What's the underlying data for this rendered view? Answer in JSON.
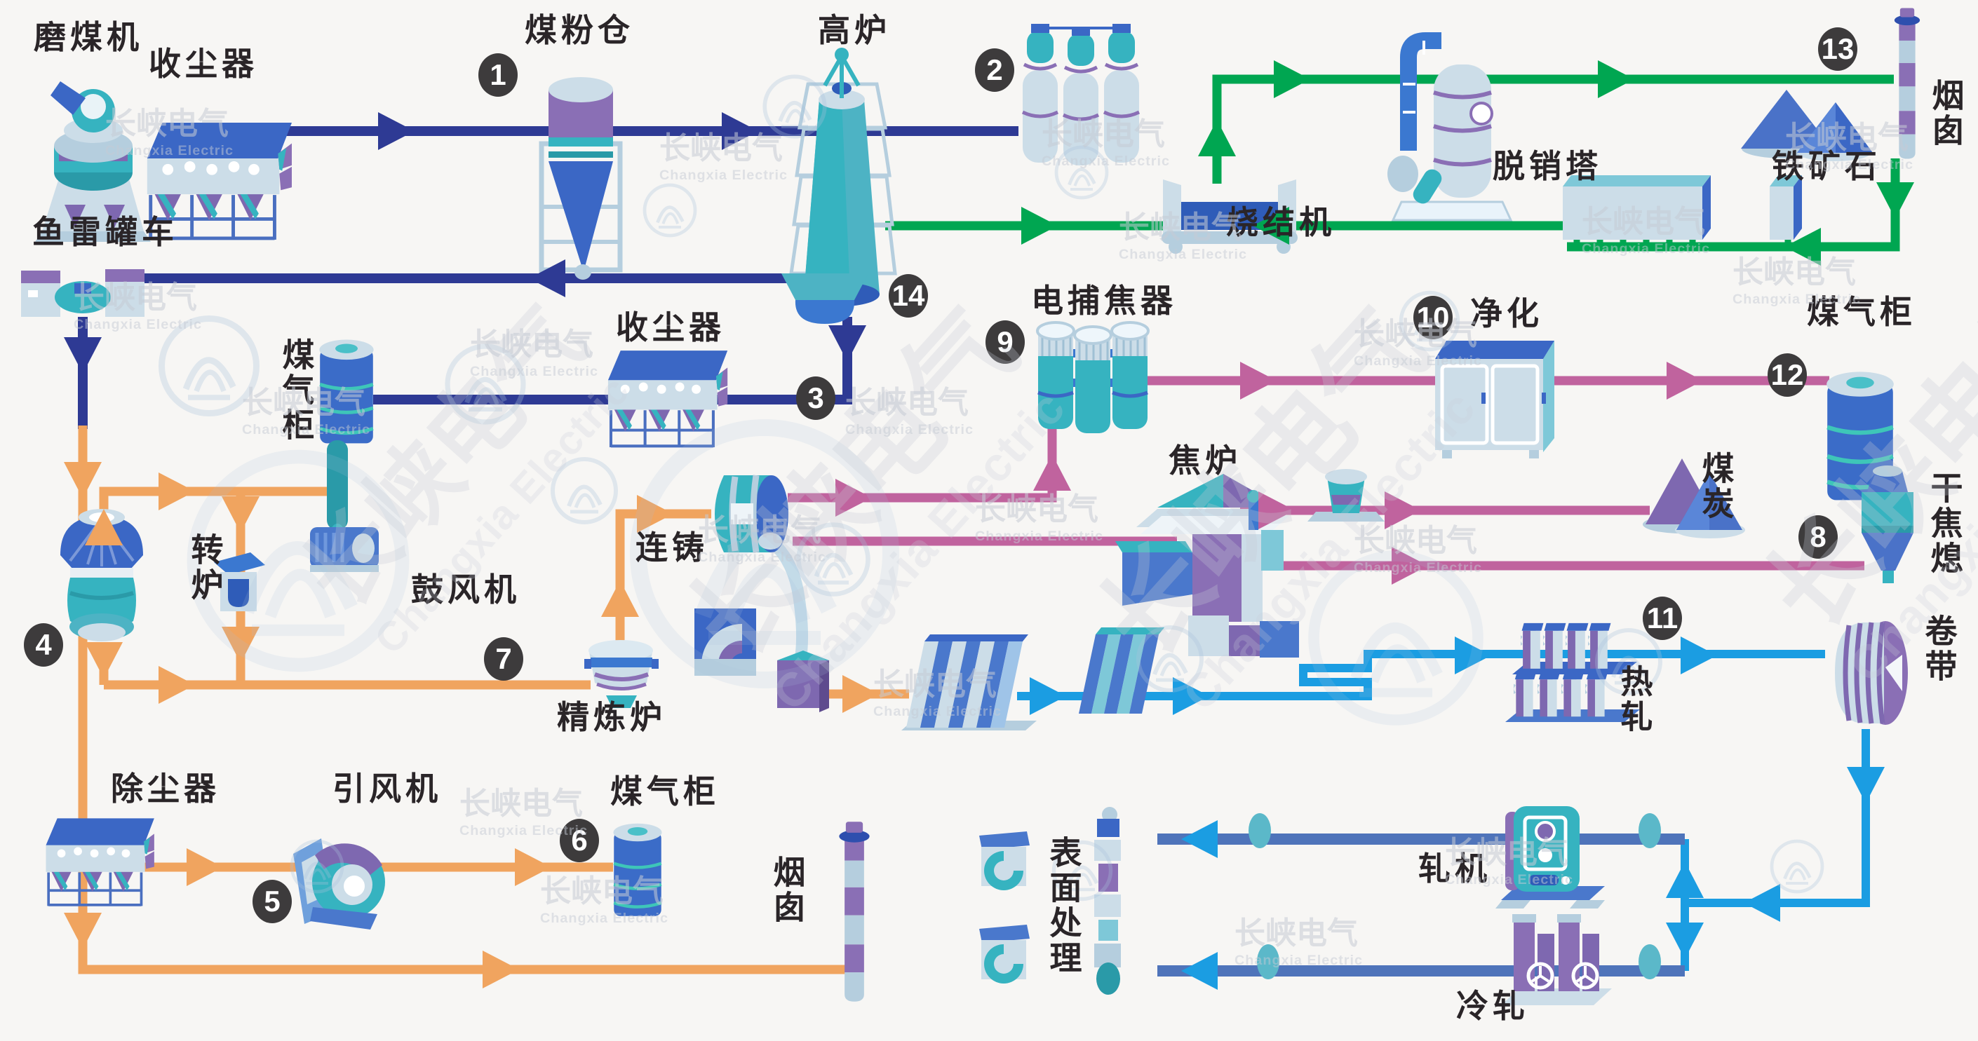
{
  "brand": {
    "watermark_cn": "长峡电气",
    "watermark_en": "Changxia Electric"
  },
  "colors": {
    "navy": "#2e3a94",
    "green": "#00a651",
    "orange": "#f0a45f",
    "pink": "#c0639e",
    "cyan": "#1b9de2",
    "rail": "#4f74ba",
    "badge": "#3d3b3c",
    "label": "#2a2528",
    "watermark": "#c6cbd5",
    "teal": "#36b3c0",
    "blue": "#3b67c5",
    "purple": "#7e68b0",
    "lightblue": "#b5cede"
  },
  "badges": [
    {
      "n": "1"
    },
    {
      "n": "2"
    },
    {
      "n": "3"
    },
    {
      "n": "4"
    },
    {
      "n": "5"
    },
    {
      "n": "6"
    },
    {
      "n": "7"
    },
    {
      "n": "8"
    },
    {
      "n": "9"
    },
    {
      "n": "10"
    },
    {
      "n": "11"
    },
    {
      "n": "12"
    },
    {
      "n": "13"
    },
    {
      "n": "14"
    }
  ],
  "labels": [
    {
      "id": "coal_mill",
      "text": "磨煤机"
    },
    {
      "id": "dust_collector_top",
      "text": "收尘器"
    },
    {
      "id": "coal_powder_bunker",
      "text": "煤粉仓"
    },
    {
      "id": "blast_furnace",
      "text": "高炉"
    },
    {
      "id": "sintering_machine",
      "text": "烧结机"
    },
    {
      "id": "denitration_tower",
      "text": "脱销塔"
    },
    {
      "id": "chimney_top",
      "text": "烟囱"
    },
    {
      "id": "iron_ore",
      "text": "铁矿石"
    },
    {
      "id": "torpedo_car",
      "text": "鱼雷罐车"
    },
    {
      "id": "gas_holder_left",
      "text": "煤气柜"
    },
    {
      "id": "dust_collector_mid",
      "text": "收尘器"
    },
    {
      "id": "tar_precipitator",
      "text": "电捕焦器"
    },
    {
      "id": "purification",
      "text": "净化"
    },
    {
      "id": "gas_holder_right",
      "text": "煤气柜"
    },
    {
      "id": "converter",
      "text": "转炉"
    },
    {
      "id": "blower",
      "text": "鼓风机"
    },
    {
      "id": "continuous_casting",
      "text": "连铸"
    },
    {
      "id": "refining_furnace",
      "text": "精炼炉"
    },
    {
      "id": "coke_oven",
      "text": "焦炉"
    },
    {
      "id": "coal",
      "text": "煤炭"
    },
    {
      "id": "dry_coke_quenching",
      "text": "干焦熄"
    },
    {
      "id": "strip_coil",
      "text": "卷带"
    },
    {
      "id": "hot_rolling",
      "text": "热轧"
    },
    {
      "id": "dust_remover_bottom",
      "text": "除尘器"
    },
    {
      "id": "induced_draft_fan",
      "text": "引风机"
    },
    {
      "id": "gas_holder_bottom",
      "text": "煤气柜"
    },
    {
      "id": "chimney_bottom",
      "text": "烟囱"
    },
    {
      "id": "surface_treatment",
      "text": "表面处理"
    },
    {
      "id": "rolling_mill",
      "text": "轧机"
    },
    {
      "id": "cold_rolling",
      "text": "冷轧"
    }
  ]
}
